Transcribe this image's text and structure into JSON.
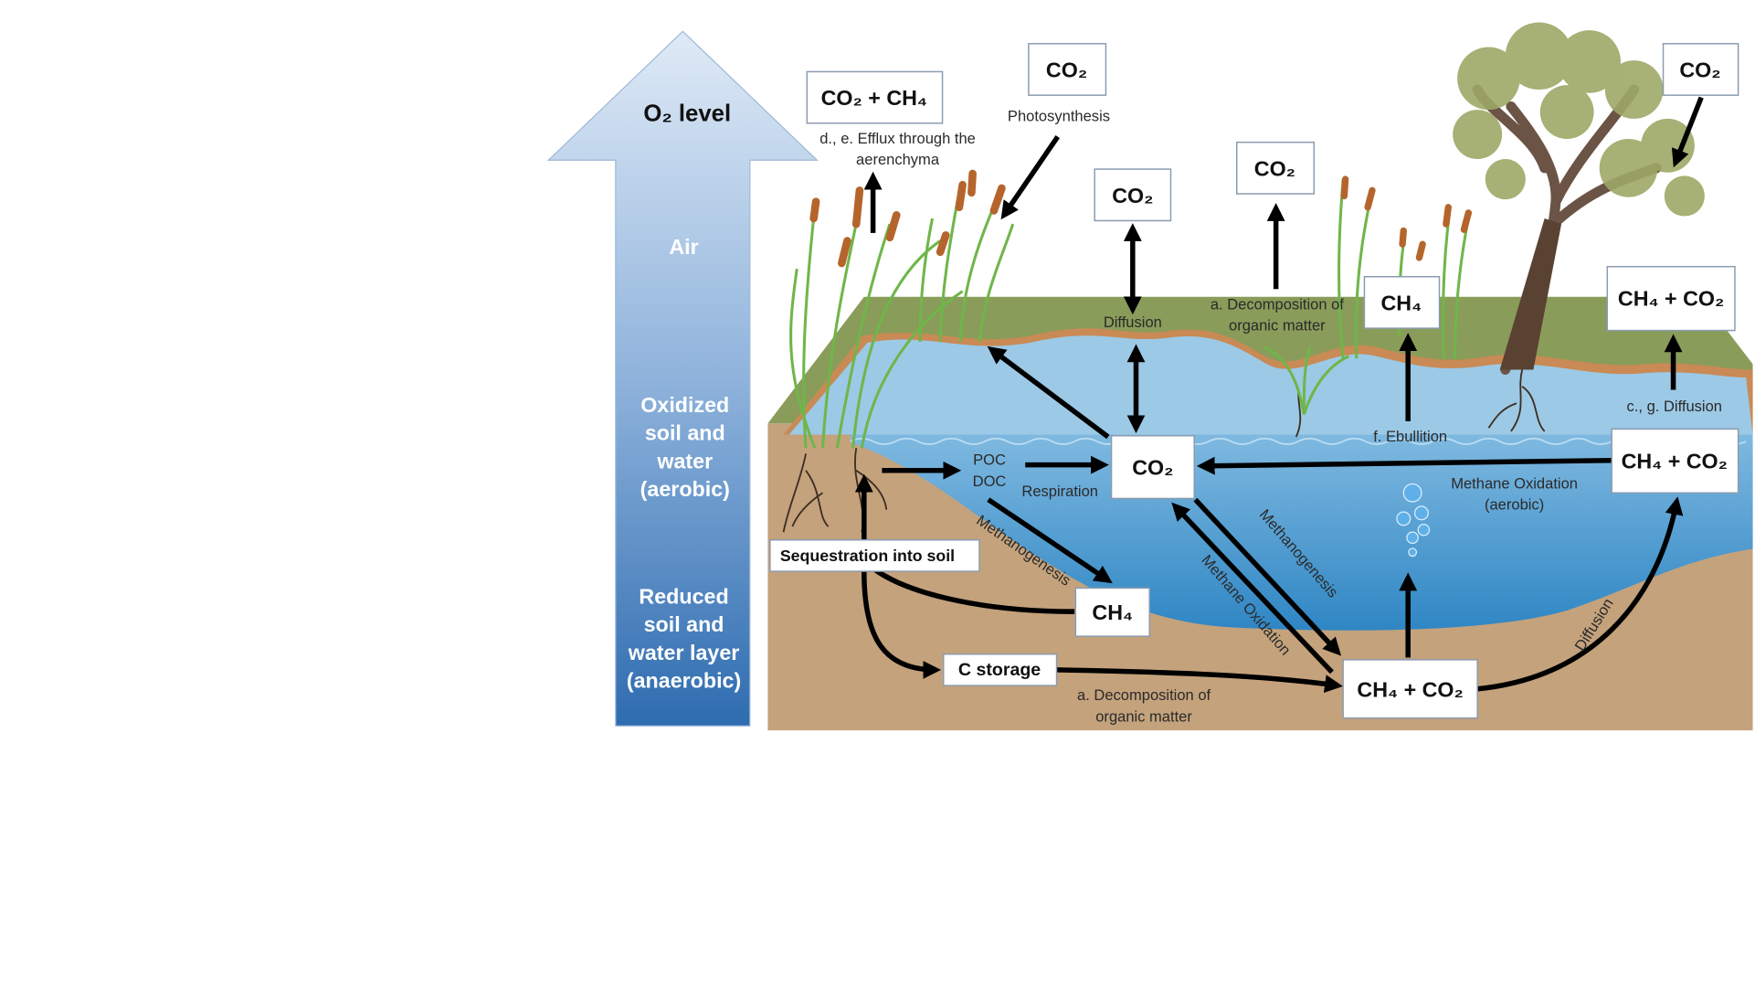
{
  "o2_arrow": {
    "title": "O₂ level",
    "zones": {
      "air": "Air",
      "oxidized": [
        "Oxidized",
        "soil and",
        "water",
        "(aerobic)"
      ],
      "reduced": [
        "Reduced",
        "soil and",
        "water layer",
        "(anaerobic)"
      ]
    },
    "colors": {
      "top": "#dfeaf6",
      "bottom": "#2e6cb0"
    }
  },
  "boxes": {
    "efflux_top": "CO₂ + CH₄",
    "photosynthesis_co2": "CO₂",
    "diffusion_co2": "CO₂",
    "decomposition_co2": "CO₂",
    "ebullition_ch4": "CH₄",
    "tree_co2": "CO₂",
    "right_top": "CH₄ + CO₂",
    "center_co2": "CO₂",
    "right_mid": "CH₄ + CO₂",
    "sequestration": "Sequestration into soil",
    "lower_ch4": "CH₄",
    "c_storage": "C storage",
    "bottom": "CH₄ + CO₂"
  },
  "labels": {
    "efflux": [
      "d., e. Efflux through the",
      "aerenchyma"
    ],
    "photosynthesis": "Photosynthesis",
    "diffusion": "Diffusion",
    "decomposition_top": [
      "a. Decomposition of",
      "organic matter"
    ],
    "ebullition": "f. Ebullition",
    "cg_diffusion": "c., g. Diffusion",
    "poc": "POC",
    "doc": "DOC",
    "respiration": "Respiration",
    "methane_oxidation_aerobic": [
      "Methane Oxidation",
      "(aerobic)"
    ],
    "methanogenesis_left": "Methanogenesis",
    "methanogenesis_right": "Methanogenesis",
    "methane_oxidation": "Methane Oxidation",
    "diffusion_curve": "Diffusion",
    "decomposition_bottom": [
      "a. Decomposition of",
      "organic matter"
    ]
  }
}
